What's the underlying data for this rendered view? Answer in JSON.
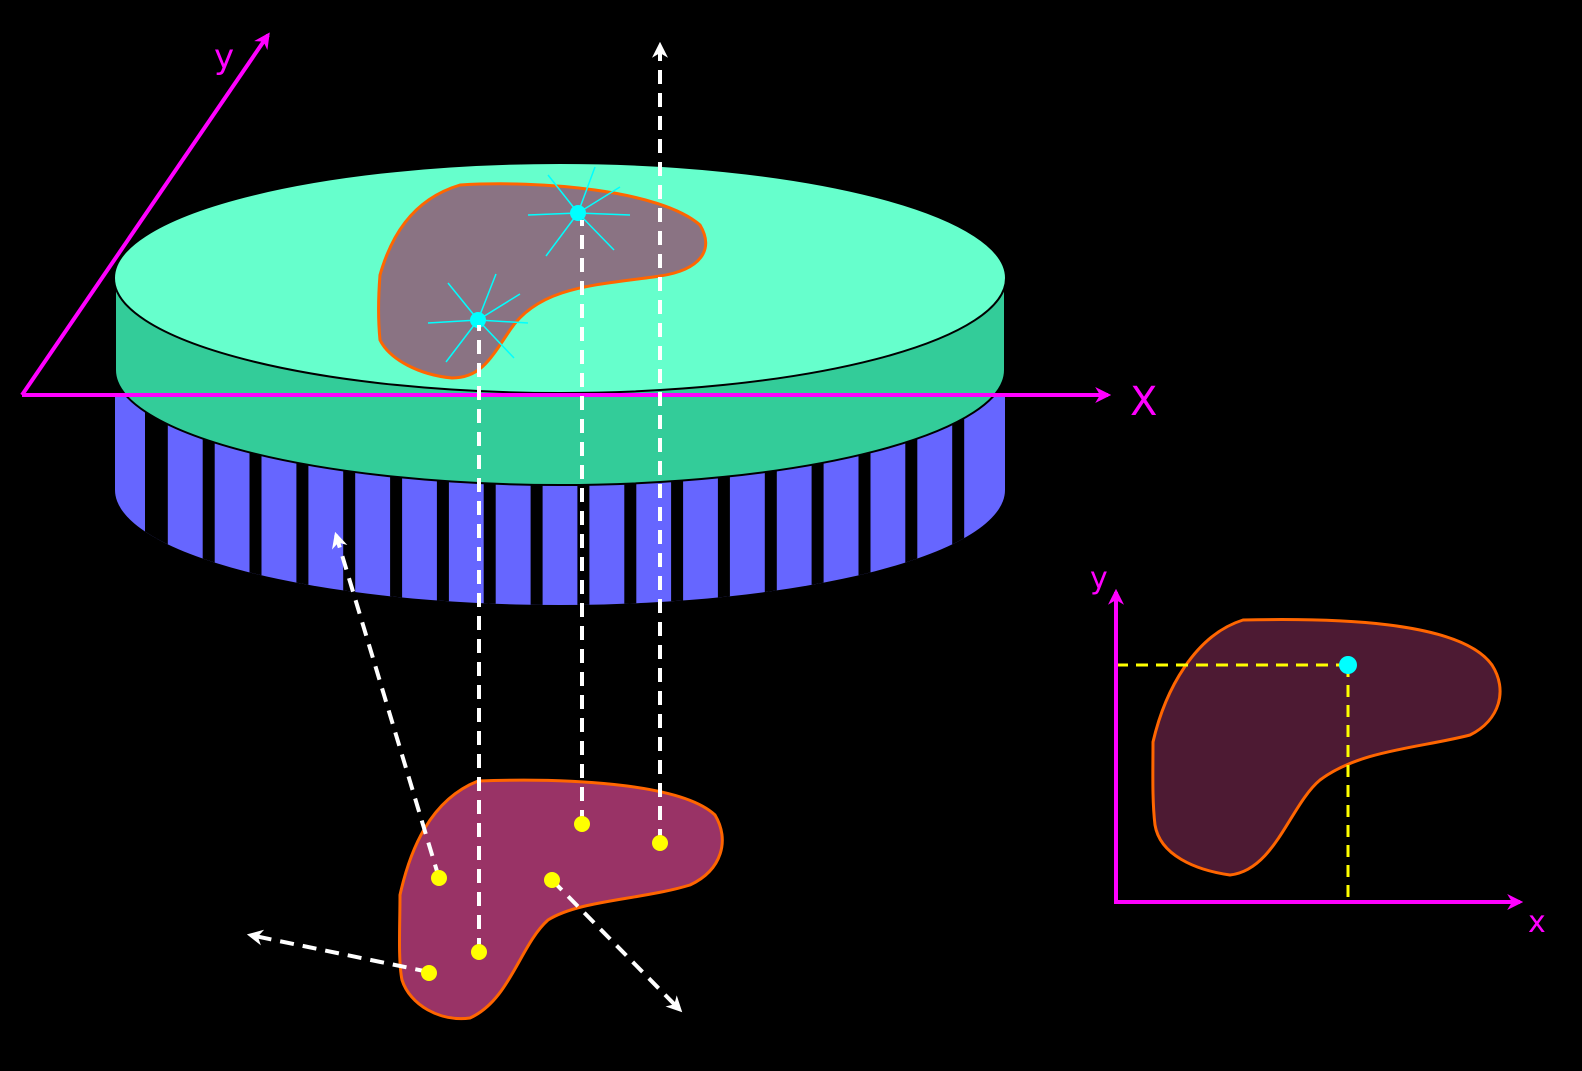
{
  "diagram": {
    "axis_labels": {
      "main_x": "X",
      "main_y": "y",
      "inset_x": "x",
      "inset_y": "y"
    },
    "colors": {
      "axis": "#ff00ff",
      "disk_top": "#66ffcc",
      "disk_side": "#33cc99",
      "detector_bars": "#6666ff",
      "source_shape_top": "#8a7383",
      "source_shape_bottom": "#993366",
      "source_shape_inset": "#4d1a33",
      "shape_outline": "#ff6600",
      "detected_point": "#00ffff",
      "emission_point": "#ffff00",
      "ray": "#ffffff",
      "coordinate_guide": "#ffff00"
    },
    "detector_bar_count": 19,
    "emission_point_count": 6,
    "detected_point_count": 2
  }
}
